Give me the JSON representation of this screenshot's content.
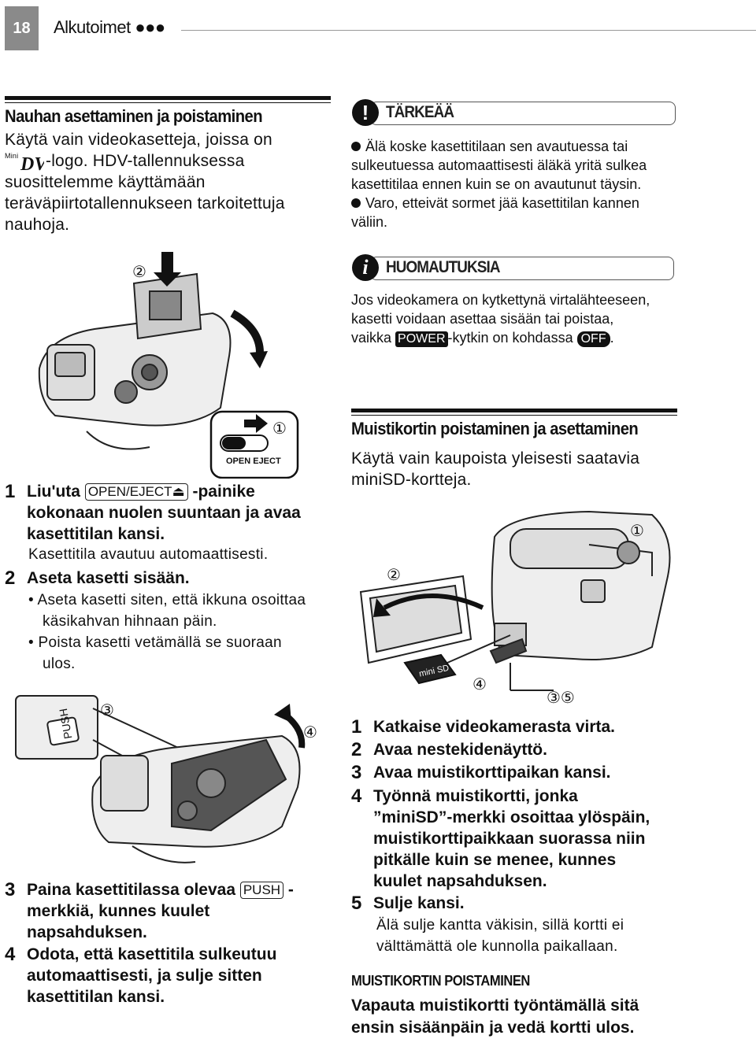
{
  "header": {
    "page_number": "18",
    "section": "Alkutoimet ●●●"
  },
  "left": {
    "title": "Nauhan asettaminen ja poistaminen",
    "intro_lines": [
      "Käytä vain videokasetteja, joissa on",
      "-logo. HDV-tallennuksessa",
      "suosittelemme käyttämään",
      "teräväpiirtotallennukseen tarkoitettuja",
      "nauhoja."
    ],
    "mini_dv_logo": "Mini DV",
    "fig1_callouts": {
      "two": "②",
      "one": "①"
    },
    "fig1_switch_label": "OPEN EJECT",
    "step1": {
      "num": "1",
      "pre": "Liu'uta",
      "key": "OPEN/EJECT⏏",
      "post": "-painike",
      "line2": "kokonaan nuolen suuntaan ja avaa",
      "line3": "kasettitilan kansi.",
      "sub": "Kasettitila avautuu automaattisesti."
    },
    "step2": {
      "num": "2",
      "text": "Aseta kasetti sisään.",
      "bullets": [
        [
          "• Aseta kasetti siten, että ikkuna osoittaa",
          "käsikahvan hihnaan päin."
        ],
        [
          "• Poista kasetti vetämällä se suoraan",
          "ulos."
        ]
      ]
    },
    "fig2_callouts": {
      "three": "③",
      "four": "④"
    },
    "fig2_push_label": "PUSH",
    "step3": {
      "num": "3",
      "pre": "Paina kasettitilassa olevaa",
      "key": "PUSH",
      "post": "-",
      "line2": "merkkiä, kunnes kuulet",
      "line3": "napsahduksen."
    },
    "step4": {
      "num": "4",
      "line1": "Odota, että kasettitila sulkeutuu",
      "line2": "automaattisesti, ja sulje sitten",
      "line3": "kasettitilan kansi."
    }
  },
  "right": {
    "important": {
      "label": "TÄRKEÄÄ",
      "lines": [
        "Älä koske kasettitilaan sen avautuessa tai",
        "sulkeutuessa automaattisesti äläkä yritä sulkea",
        "kasettitilaa ennen kuin se on avautunut täysin.",
        "Varo, etteivät sormet jää kasettitilan kannen",
        "väliin."
      ]
    },
    "notes": {
      "label": "HUOMAUTUKSIA",
      "line1": "Jos videokamera on kytkettynä virtalähteeseen,",
      "line2": "kasetti voidaan asettaa sisään tai poistaa,",
      "line3_pre": "vaikka",
      "power": "POWER",
      "line3_mid": "-kytkin on kohdassa",
      "off": "OFF",
      "line3_post": "."
    },
    "card_title": "Muistikortin poistaminen ja asettaminen",
    "card_intro": [
      "Käytä vain kaupoista yleisesti saatavia",
      "miniSD-kortteja."
    ],
    "fig3_callouts": {
      "one": "①",
      "two": "②",
      "four": "④",
      "three_five": "③⑤"
    },
    "fig3_card_label": "mini SD",
    "steps": [
      {
        "num": "1",
        "lines": [
          "Katkaise videokamerasta virta."
        ]
      },
      {
        "num": "2",
        "lines": [
          "Avaa nestekidenäyttö."
        ]
      },
      {
        "num": "3",
        "lines": [
          "Avaa muistikorttipaikan kansi."
        ]
      },
      {
        "num": "4",
        "lines": [
          "Työnnä muistikortti, jonka",
          "”miniSD”-merkki osoittaa ylöspäin,",
          "muistikorttipaikkaan suorassa niin",
          "pitkälle kuin se menee, kunnes",
          "kuulet napsahduksen."
        ]
      },
      {
        "num": "5",
        "lines": [
          "Sulje kansi."
        ],
        "sub": [
          "Älä sulje kantta väkisin, sillä kortti ei",
          "välttämättä ole kunnolla paikallaan."
        ]
      }
    ],
    "remove_head": "MUISTIKORTIN POISTAMINEN",
    "remove_lines": [
      "Vapauta muistikortti työntämällä sitä",
      "ensin sisäänpäin ja vedä kortti ulos."
    ]
  }
}
